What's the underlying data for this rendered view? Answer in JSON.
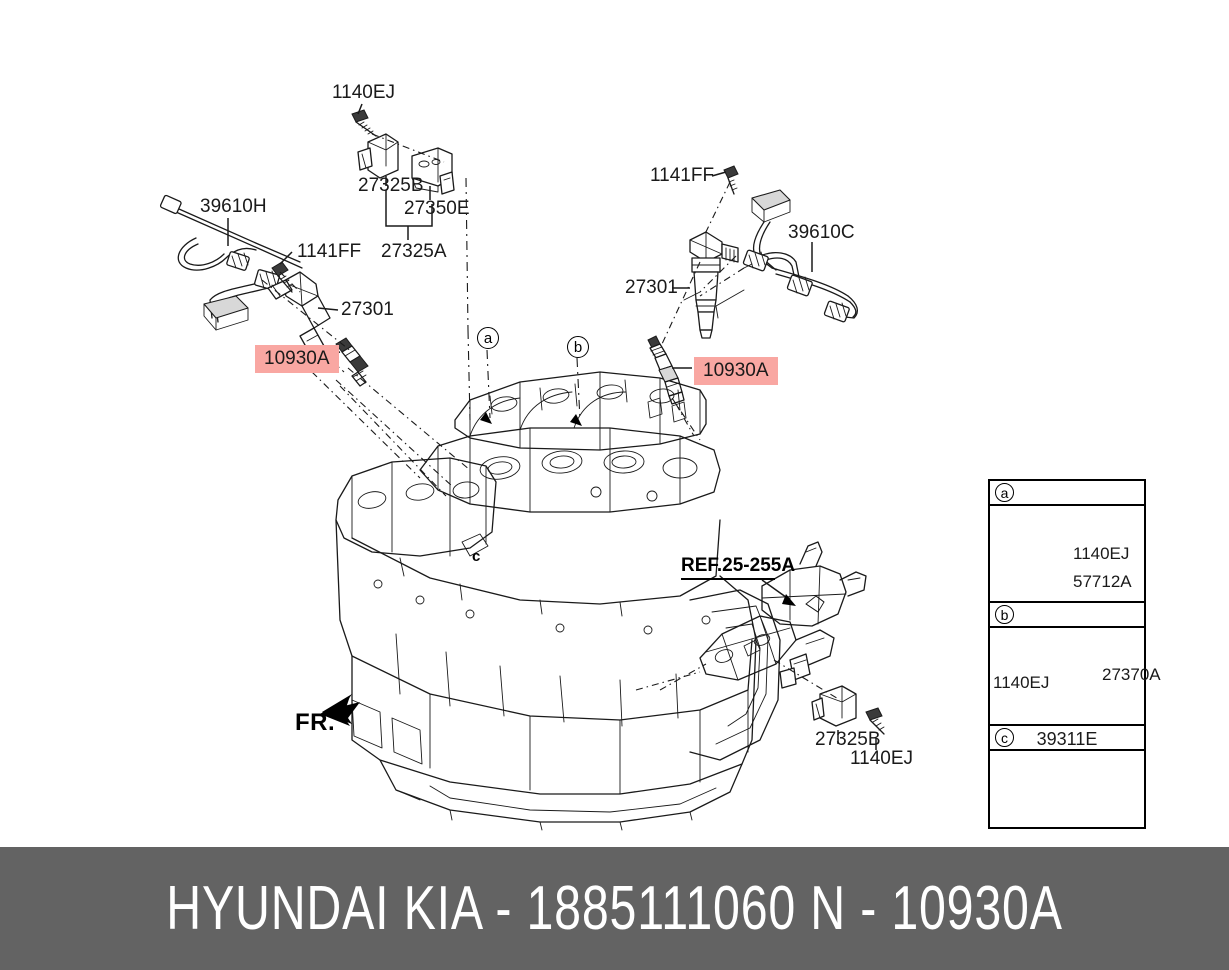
{
  "footer": {
    "brand": "HYUNDAI  KIA",
    "separator": "-",
    "part_number": "1885111060",
    "section_code": "N",
    "section_separator": "-",
    "figure_code": "10930A",
    "full_text": "HYUNDAI  KIA - 1885111060    N - 10930A",
    "background_color": "#636363",
    "text_color": "#ffffff"
  },
  "highlight": {
    "color": "#f9a7a2",
    "part_number": "10930A"
  },
  "orientation": {
    "label": "FR."
  },
  "reference": {
    "label": "REF.25-255A"
  },
  "labels": {
    "left_cluster": {
      "bolt_top": "1140EJ",
      "connector": "27325B",
      "bracket": "27350E",
      "assembly": "27325A",
      "harness": "39610H",
      "bolt": "1141FF",
      "ignition_coil": "27301",
      "spark_plug": "10930A"
    },
    "right_cluster": {
      "bolt": "1141FF",
      "harness": "39610C",
      "ignition_coil": "27301",
      "spark_plug": "10930A"
    },
    "bottom_cluster": {
      "connector": "27325B",
      "bolt": "1140EJ"
    }
  },
  "callouts": [
    {
      "id": "a"
    },
    {
      "id": "b"
    },
    {
      "id": "c"
    }
  ],
  "legend": {
    "rows": [
      {
        "id": "a",
        "header_text": "",
        "parts": [
          {
            "label": "1140EJ",
            "icon": "bolt-icon"
          },
          {
            "label": "57712A",
            "icon": "bracket-icon"
          }
        ]
      },
      {
        "id": "b",
        "header_text": "",
        "parts": [
          {
            "label": "1140EJ",
            "icon": "bolt-icon"
          },
          {
            "label": "27370A",
            "icon": "bracket-icon"
          }
        ]
      },
      {
        "id": "c",
        "header_text": "39311E",
        "parts": [
          {
            "label": "",
            "icon": "clamp-icon"
          }
        ]
      }
    ]
  }
}
